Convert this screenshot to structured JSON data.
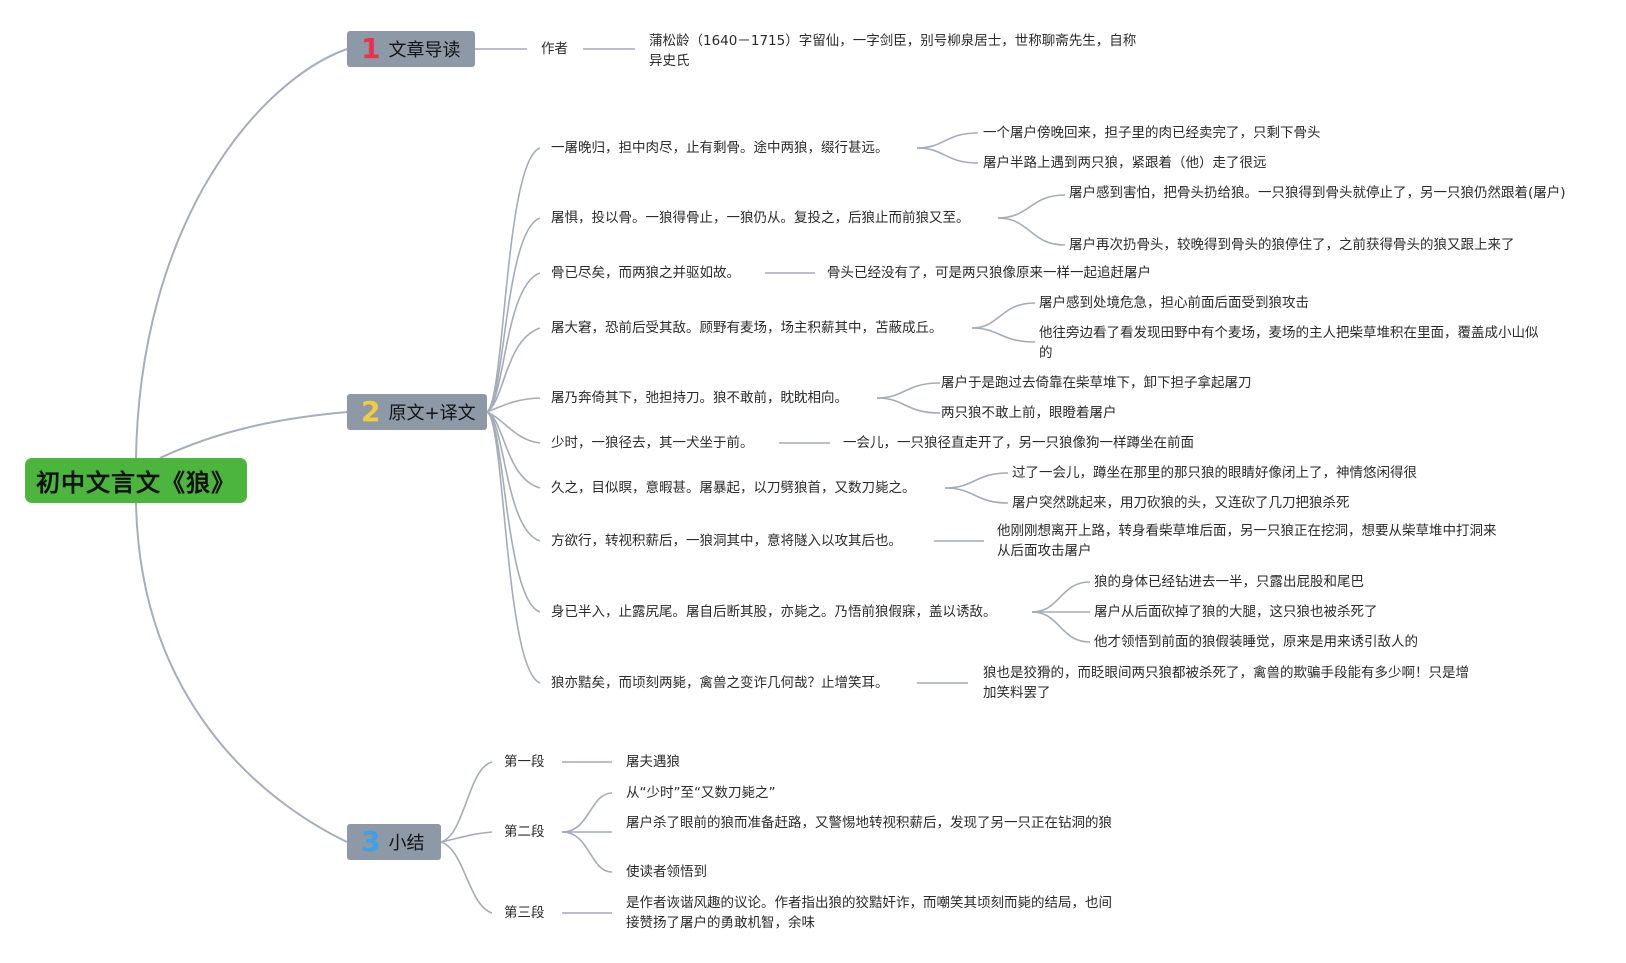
{
  "root": "初中文言文《狼》",
  "colors": {
    "root_bg": "#4cb53e",
    "branch_bg": "#8d99a6",
    "num_1": "#e8334a",
    "num_2": "#f1cc3c",
    "num_3": "#3fa0e6",
    "line": "#a4acb8"
  },
  "branches": [
    {
      "num": "1",
      "title": "文章导读",
      "items": [
        {
          "label": "作者",
          "children": [
            "蒲松龄（1640－1715）字留仙，一字剑臣，别号柳泉居士，世称聊斋先生，自称异史氏"
          ]
        }
      ]
    },
    {
      "num": "2",
      "title": "原文+译文",
      "items": [
        {
          "label": "一屠晚归，担中肉尽，止有剩骨。途中两狼，缀行甚远。",
          "children": [
            "一个屠户傍晚回来，担子里的肉已经卖完了，只剩下骨头",
            "屠户半路上遇到两只狼，紧跟着（他）走了很远"
          ]
        },
        {
          "label": "屠惧，投以骨。一狼得骨止，一狼仍从。复投之，后狼止而前狼又至。",
          "children": [
            "屠户感到害怕，把骨头扔给狼。一只狼得到骨头就停止了，另一只狼仍然跟着(屠户)",
            "屠户再次扔骨头，较晚得到骨头的狼停住了，之前获得骨头的狼又跟上来了"
          ]
        },
        {
          "label": "骨已尽矣，而两狼之并驱如故。",
          "children": [
            "骨头已经没有了，可是两只狼像原来一样一起追赶屠户"
          ]
        },
        {
          "label": "屠大窘，恐前后受其敌。顾野有麦场，场主积薪其中，苫蔽成丘。",
          "children": [
            "屠户感到处境危急，担心前面后面受到狼攻击",
            "他往旁边看了看发现田野中有个麦场，麦场的主人把柴草堆积在里面，覆盖成小山似的"
          ]
        },
        {
          "label": "屠乃奔倚其下，弛担持刀。狼不敢前，眈眈相向。",
          "children": [
            "屠户于是跑过去倚靠在柴草堆下，卸下担子拿起屠刀",
            "两只狼不敢上前，眼瞪着屠户"
          ]
        },
        {
          "label": "少时，一狼径去，其一犬坐于前。",
          "children": [
            "一会儿，一只狼径直走开了，另一只狼像狗一样蹲坐在前面"
          ]
        },
        {
          "label": "久之，目似瞑，意暇甚。屠暴起，以刀劈狼首，又数刀毙之。",
          "children": [
            "过了一会儿，蹲坐在那里的那只狼的眼睛好像闭上了，神情悠闲得很",
            "屠户突然跳起来，用刀砍狼的头，又连砍了几刀把狼杀死"
          ]
        },
        {
          "label": "方欲行，转视积薪后，一狼洞其中，意将隧入以攻其后也。",
          "children": [
            "他刚刚想离开上路，转身看柴草堆后面，另一只狼正在挖洞，想要从柴草堆中打洞来从后面攻击屠户"
          ]
        },
        {
          "label": "身已半入，止露尻尾。屠自后断其股，亦毙之。乃悟前狼假寐，盖以诱敌。",
          "children": [
            "狼的身体已经钻进去一半，只露出屁股和尾巴",
            "屠户从后面砍掉了狼的大腿，这只狼也被杀死了",
            "他才领悟到前面的狼假装睡觉，原来是用来诱引敌人的"
          ]
        },
        {
          "label": "狼亦黠矣，而顷刻两毙，禽兽之变诈几何哉？止增笑耳。",
          "children": [
            "狼也是狡猾的，而眨眼间两只狼都被杀死了，禽兽的欺骗手段能有多少啊！只是增加笑料罢了"
          ]
        }
      ]
    },
    {
      "num": "3",
      "title": "小结",
      "items": [
        {
          "label": "第一段",
          "children": [
            "屠夫遇狼"
          ]
        },
        {
          "label": "第二段",
          "children": [
            "从“少时”至“又数刀毙之”",
            "屠户杀了眼前的狼而准备赶路，又警惕地转视积薪后，发现了另一只正在钻洞的狼",
            "使读者领悟到"
          ]
        },
        {
          "label": "第三段",
          "children": [
            "是作者诙谐风趣的议论。作者指出狼的狡黠奸诈，而嘲笑其顷刻而毙的结局，也间接赞扬了屠户的勇敢机智，余味"
          ]
        }
      ]
    }
  ]
}
